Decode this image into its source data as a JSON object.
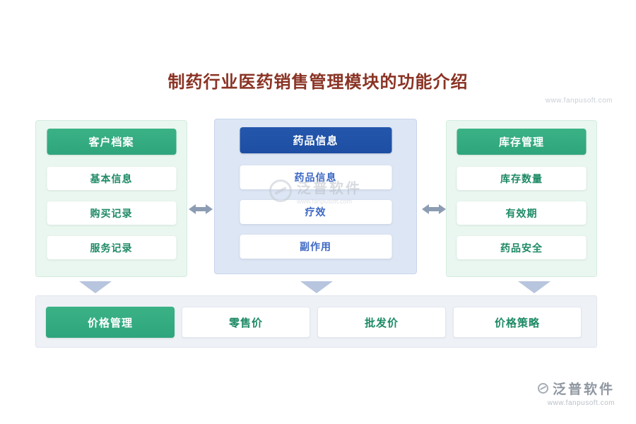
{
  "page": {
    "title": "制药行业医药销售管理模块的功能介绍",
    "watermark_url_top": "www.fanpusoft.com",
    "center_watermark": {
      "brand": "泛普软件",
      "url": "www.fanpusoft.com"
    },
    "footer": {
      "brand": "泛普软件",
      "url": "www.fanpusoft.com"
    }
  },
  "panels": [
    {
      "header": "客户档案",
      "theme": "green",
      "items": [
        "基本信息",
        "购买记录",
        "服务记录"
      ]
    },
    {
      "header": "药品信息",
      "theme": "blue",
      "items": [
        "药品信息",
        "疗效",
        "副作用"
      ]
    },
    {
      "header": "库存管理",
      "theme": "green",
      "items": [
        "库存数量",
        "有效期",
        "药品安全"
      ]
    }
  ],
  "bottom_bar": {
    "header": "价格管理",
    "items": [
      "零售价",
      "批发价",
      "价格策略"
    ]
  },
  "icons": {
    "between_panels": "left-right-arrow-icon",
    "panel_to_bottom": "down-arrow-icon",
    "brand_mark": "fanpu-logo-icon"
  },
  "colors": {
    "title_text": "#8a3324",
    "green_accent": "#2ea57c",
    "blue_header": "#1d4ea3",
    "green_panel_bg": "#eaf7f0",
    "blue_panel_bg": "#dde6f4",
    "green_item_text": "#1d8a66",
    "blue_item_text": "#3d68c4",
    "arrow_gray": "#8c9db3",
    "down_arrow": "#b7c5de",
    "bottom_bar_bg": "#eef1f6"
  }
}
